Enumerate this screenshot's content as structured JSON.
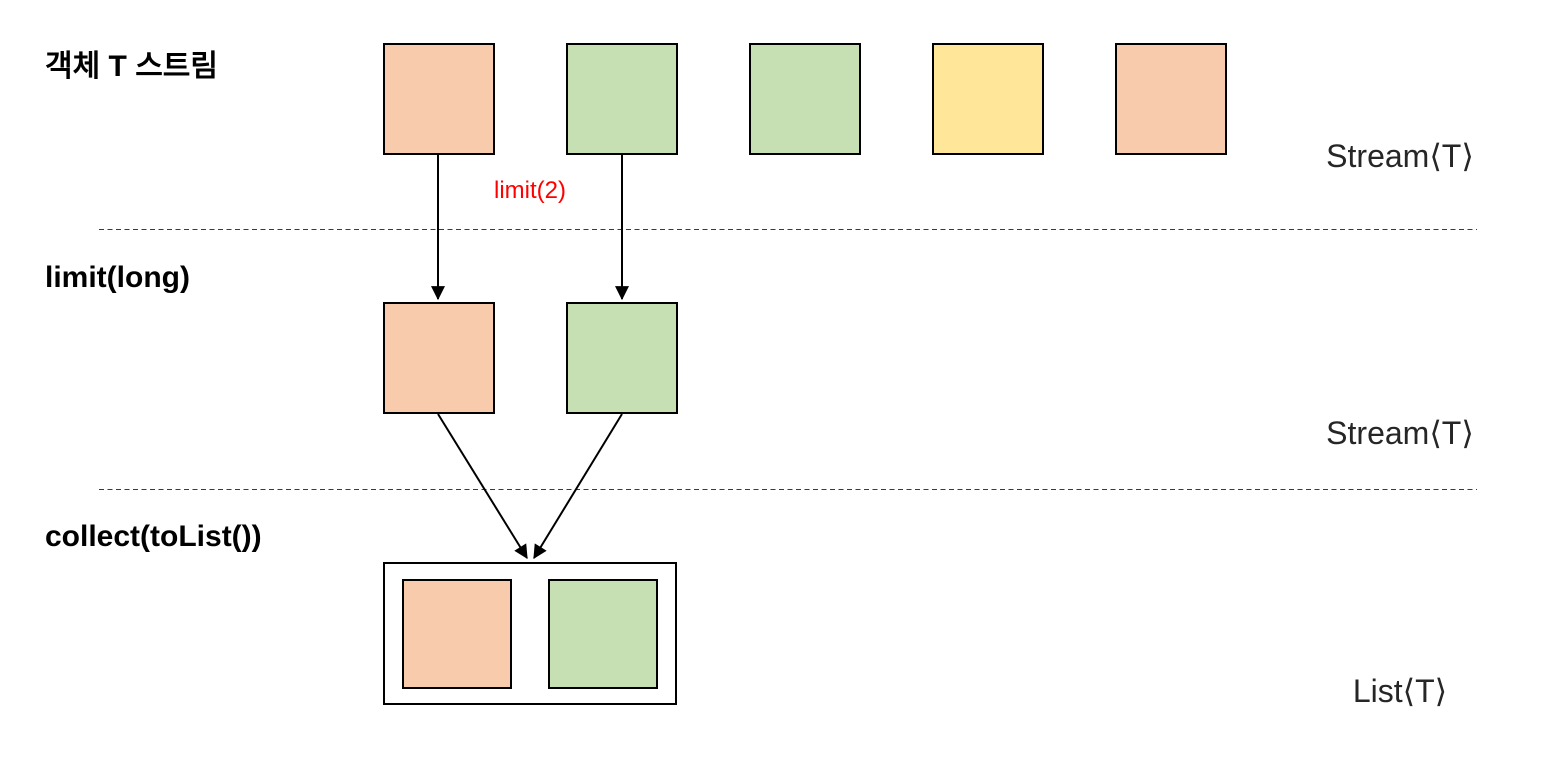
{
  "palette": {
    "orange": "#F8CBAD",
    "green": "#C6E0B4",
    "yellow": "#FFE699"
  },
  "colors": {
    "square_border": "#000000",
    "arrow": "#000000",
    "dashed_line": "#3a3a3a",
    "operation_label": "#FF0000",
    "stage_label": "#000000",
    "type_label": "#262626"
  },
  "stages": {
    "source": {
      "label": "객체 T 스트림",
      "type_label": "Stream⟨T⟩",
      "squares": [
        "orange",
        "green",
        "green",
        "yellow",
        "orange"
      ]
    },
    "limit": {
      "label": "limit(long)",
      "operation_label": "limit(2)",
      "type_label": "Stream⟨T⟩",
      "squares": [
        "orange",
        "green"
      ]
    },
    "collect": {
      "label": "collect(toList())",
      "type_label": "List⟨T⟩",
      "squares": [
        "orange",
        "green"
      ]
    }
  }
}
